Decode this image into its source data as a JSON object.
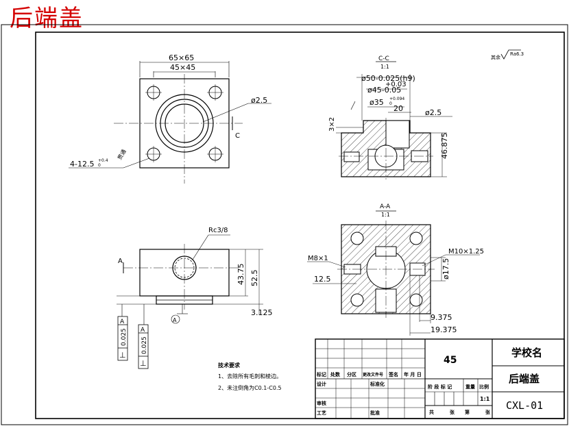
{
  "title_cn": "后端盖",
  "roughness": "其余",
  "roughness_value": "Ra6.3",
  "views": {
    "top": {
      "dim_outer": "65×65",
      "dim_inner": "45×45",
      "dim_phi25": "ø2.5",
      "holes": "4-12.5",
      "holes_tol": "+0.4",
      "holes_tol_lo": "0",
      "holes_note": "贯通",
      "section_mark": "C"
    },
    "section_c": {
      "label": "C-C",
      "scale": "1:1",
      "d50": "ø50-0.025(h9)",
      "d50_tol": "+0.03",
      "d45": "ø45-0.05",
      "d35": "ø35",
      "d35_tol": "+0.094",
      "d35_tol_lo": "0",
      "d20": "20",
      "phi25": "ø2.5",
      "chamfer": "3×2",
      "height": "46.875"
    },
    "front": {
      "thread": "Rc3/8",
      "marker_a": "A",
      "h_inner": "43.75",
      "h_total": "52.5",
      "bottom": "3.125",
      "datum": "A",
      "gdt1_sym": "⊥",
      "gdt1_val": "0.025",
      "gdt1_ref": "A",
      "gdt2_sym": "⊥",
      "gdt2_val": "0.025",
      "gdt2_ref": "A"
    },
    "section_a": {
      "label": "A-A",
      "scale": "1:1",
      "m8": "M8×1",
      "m10": "M10×1.25",
      "d125": "12.5",
      "phi175": "ø17.5",
      "d9375": "9.375",
      "d19375": "19.375"
    }
  },
  "notes": {
    "title": "技术要求",
    "line1": "1、去除所有毛刺和棱边。",
    "line2": "2、未注倒角为C0.1-C0.5"
  },
  "title_block": {
    "material": "45",
    "school": "学校名",
    "part_name": "后端盖",
    "drawing_no": "CXL-01",
    "scale": "1:1",
    "col_mark": "标记",
    "col_count": "处数",
    "col_zone": "分区",
    "col_doc": "更改文件号",
    "col_sign": "签名",
    "col_date": "年 月 日",
    "row_design": "设计",
    "row_std": "标准化",
    "row_stage": "阶 段 标 记",
    "row_weight": "重量",
    "row_ratio": "比例",
    "row_check": "审核",
    "row_process": "工艺",
    "row_approve": "批准",
    "sheet_total": "共",
    "sheet_word": "张",
    "sheet_no": "第",
    "sheet_page": "张"
  }
}
